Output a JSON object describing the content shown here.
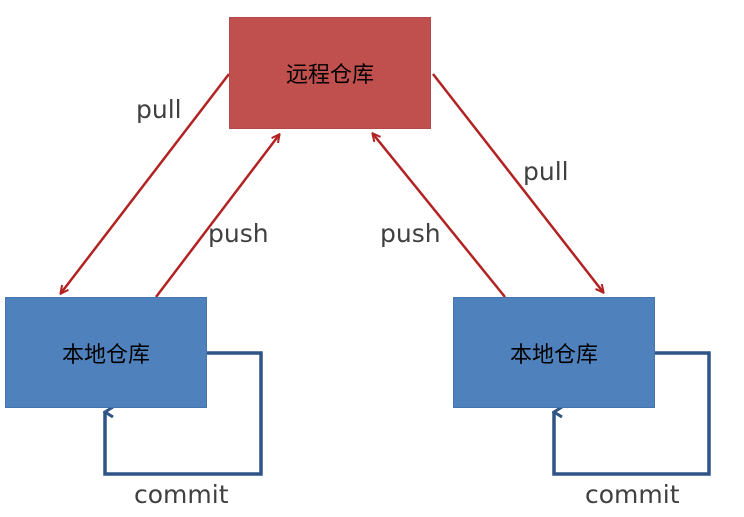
{
  "nodes": {
    "remote": "远程仓库",
    "local_left": "本地仓库",
    "local_right": "本地仓库"
  },
  "edges": {
    "pull_left": "pull",
    "push_left": "push",
    "push_right": "push",
    "pull_right": "pull",
    "commit_left": "commit",
    "commit_right": "commit"
  },
  "colors": {
    "remote_fill": "#c0504d",
    "local_fill": "#4f81bd",
    "pull_push_arrow": "#b22222",
    "commit_arrow": "#2f5486",
    "label_text": "#404040"
  }
}
